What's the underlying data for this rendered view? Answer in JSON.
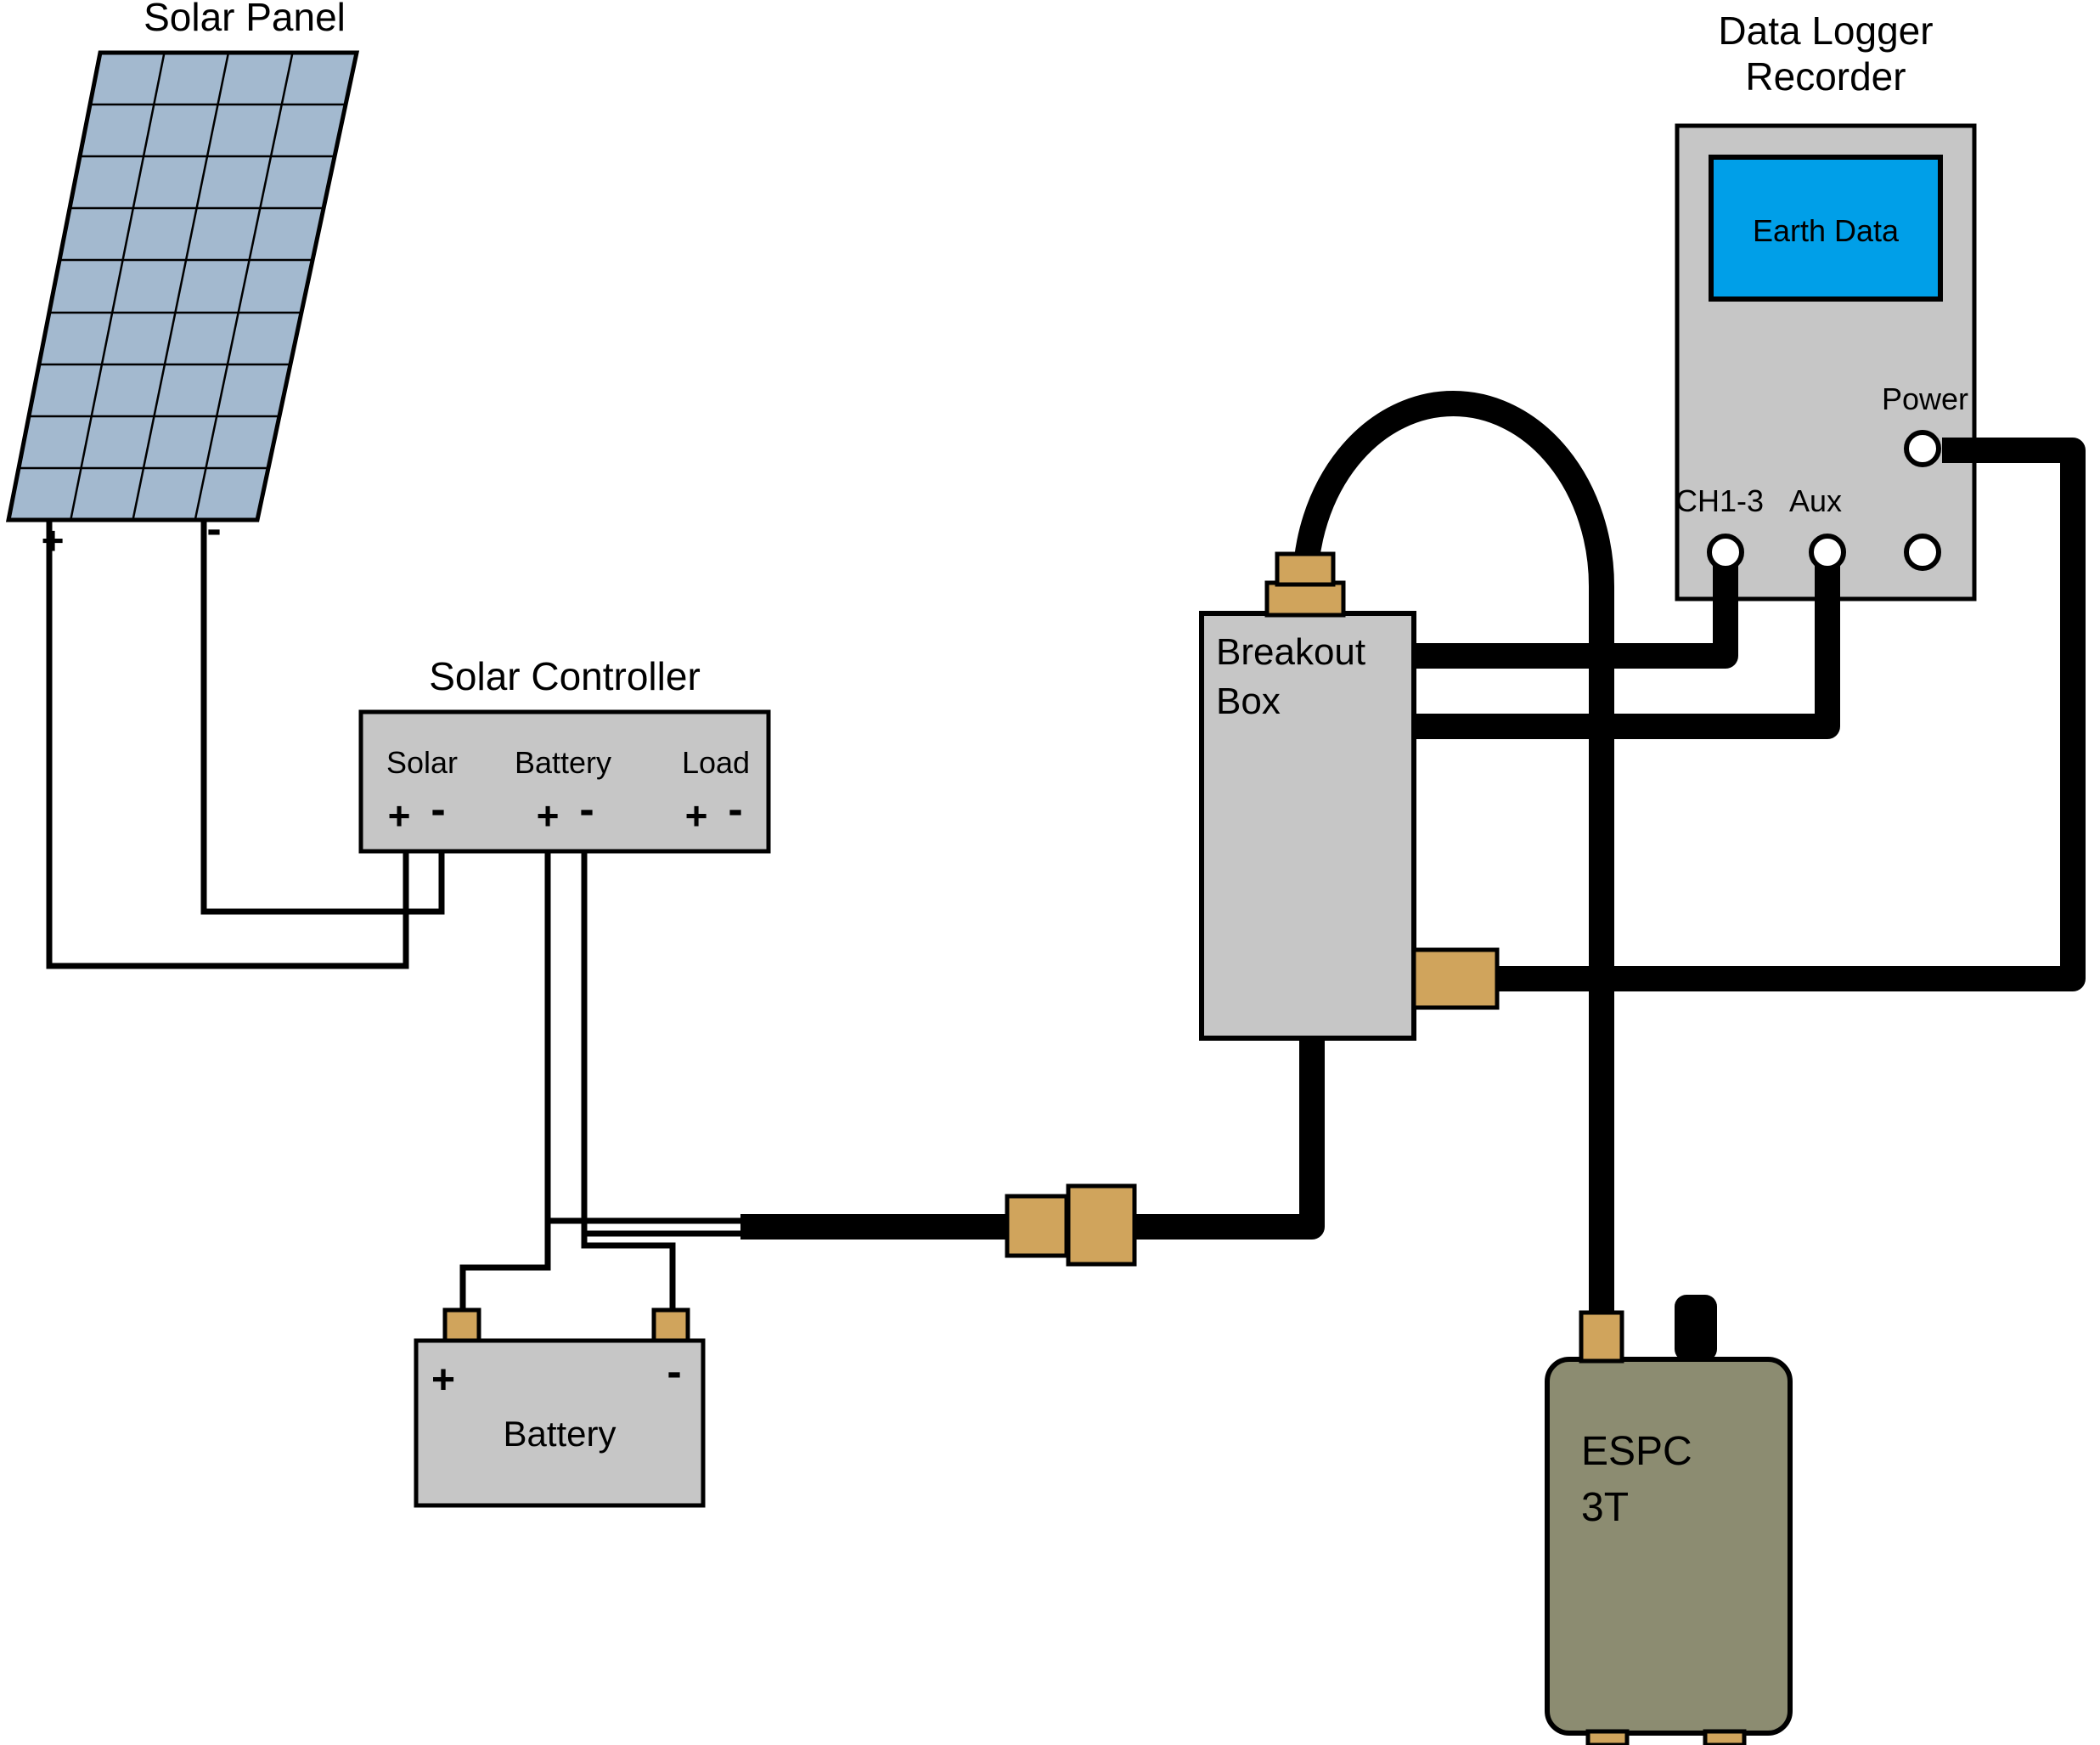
{
  "solar_panel": {
    "title": "Solar Panel",
    "plus": "+",
    "minus": "-"
  },
  "solar_controller": {
    "title": "Solar Controller",
    "sections": [
      {
        "label": "Solar",
        "plus": "+",
        "minus": "-"
      },
      {
        "label": "Battery",
        "plus": "+",
        "minus": "-"
      },
      {
        "label": "Load",
        "plus": "+",
        "minus": "-"
      }
    ]
  },
  "battery": {
    "label": "Battery",
    "plus": "+",
    "minus": "-"
  },
  "breakout_box": {
    "label": [
      "Breakout",
      "Box"
    ]
  },
  "data_logger": {
    "title": [
      "Data Logger",
      "Recorder"
    ],
    "screen_text": "Earth Data",
    "ports": {
      "power": "Power",
      "ch": "CH1-3",
      "aux": "Aux"
    }
  },
  "espc": {
    "label": [
      "ESPC",
      "3T"
    ]
  },
  "colors": {
    "box_gray": "#c6c6c6",
    "panel_blue": "#a3b9cf",
    "screen_blue": "#009fe8",
    "connector_tan": "#d0a45c",
    "espc_olive": "#8c8c71",
    "wire_black": "#000000"
  }
}
